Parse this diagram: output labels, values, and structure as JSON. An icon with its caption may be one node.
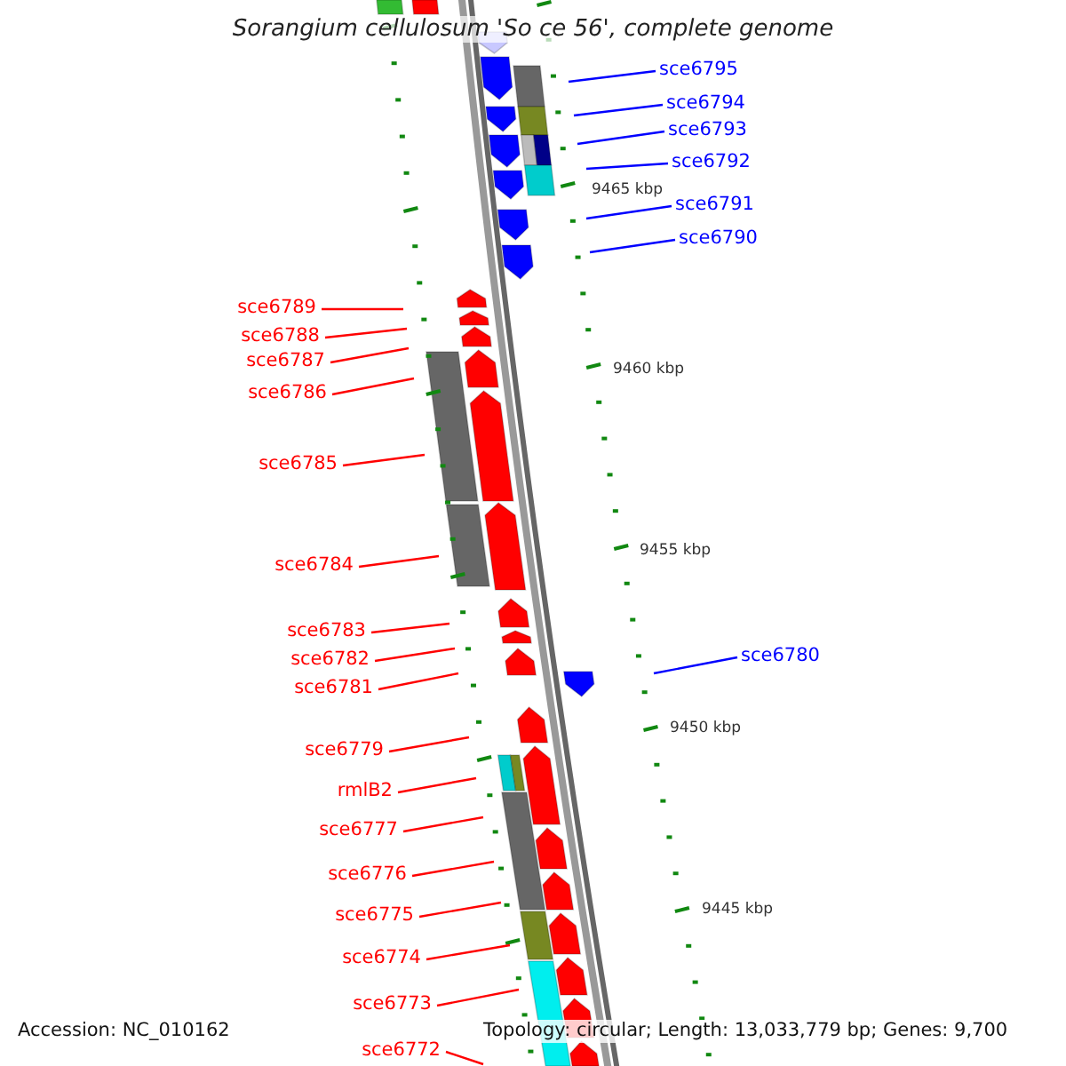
{
  "diagram": {
    "title": "Sorangium cellulosum 'So ce 56', complete genome",
    "nodes": [
      {
        "text": [
          "sce6795"
        ]
      },
      {
        "text": [
          "sce6794"
        ]
      },
      {
        "text": [
          "sce6793"
        ]
      },
      {
        "text": [
          "sce6792"
        ]
      },
      {
        "text": [
          "sce6791"
        ]
      },
      {
        "text": [
          "sce6790"
        ]
      },
      {
        "text": [
          "sce6789"
        ]
      },
      {
        "text": [
          "sce6788"
        ]
      },
      {
        "text": [
          "sce6787"
        ]
      },
      {
        "text": [
          "sce6786"
        ]
      },
      {
        "text": [
          "sce6785"
        ]
      },
      {
        "text": [
          "sce6784"
        ]
      },
      {
        "text": [
          "sce6783"
        ]
      },
      {
        "text": [
          "sce6782"
        ]
      },
      {
        "text": [
          "sce6781"
        ]
      },
      {
        "text": [
          "sce6780"
        ]
      },
      {
        "text": [
          "sce6779"
        ]
      },
      {
        "text": [
          "rmlB2"
        ]
      },
      {
        "text": [
          "sce6777"
        ]
      },
      {
        "text": [
          "sce6776"
        ]
      },
      {
        "text": [
          "sce6775"
        ]
      },
      {
        "text": [
          "sce6774"
        ]
      },
      {
        "text": [
          "sce6773"
        ]
      },
      {
        "text": [
          "sce6772"
        ]
      }
    ],
    "edges": [
      {
        "from": 0,
        "to": null,
        "arrow": "none",
        "color": "#0000ff"
      },
      {
        "from": 1,
        "to": null,
        "arrow": "none",
        "color": "#0000ff"
      },
      {
        "from": 2,
        "to": null,
        "arrow": "none",
        "color": "#0000ff"
      },
      {
        "from": 3,
        "to": null,
        "arrow": "none",
        "color": "#0000ff"
      },
      {
        "from": 4,
        "to": null,
        "arrow": "none",
        "color": "#0000ff"
      },
      {
        "from": 5,
        "to": null,
        "arrow": "none",
        "color": "#0000ff"
      },
      {
        "from": 6,
        "to": null,
        "arrow": "none"
      },
      {
        "from": 7,
        "to": null,
        "arrow": "none"
      },
      {
        "from": 8,
        "to": null,
        "arrow": "none"
      },
      {
        "from": 9,
        "to": null,
        "arrow": "none"
      },
      {
        "from": 10,
        "to": null,
        "arrow": "none"
      },
      {
        "from": 11,
        "to": null,
        "arrow": "none"
      },
      {
        "from": 12,
        "to": null,
        "arrow": "none"
      },
      {
        "from": 13,
        "to": null,
        "arrow": "none"
      },
      {
        "from": 14,
        "to": null,
        "arrow": "none"
      },
      {
        "from": 15,
        "to": null,
        "arrow": "none",
        "color": "#0000ff"
      },
      {
        "from": 16,
        "to": null,
        "arrow": "none"
      },
      {
        "from": 17,
        "to": null,
        "arrow": "none"
      },
      {
        "from": 18,
        "to": null,
        "arrow": "none"
      },
      {
        "from": 19,
        "to": null,
        "arrow": "none"
      },
      {
        "from": 20,
        "to": null,
        "arrow": "none"
      },
      {
        "from": 21,
        "to": null,
        "arrow": "none"
      },
      {
        "from": 22,
        "to": null,
        "arrow": "none"
      },
      {
        "from": 23,
        "to": null,
        "arrow": "none"
      }
    ],
    "labels": [
      "9465 kbp",
      "9460 kbp",
      "9455 kbp",
      "9450 kbp",
      "9445 kbp",
      "Accession: NC_010162",
      "Topology: circular; Length: 13,033,779 bp; Genes: 9,700"
    ]
  }
}
